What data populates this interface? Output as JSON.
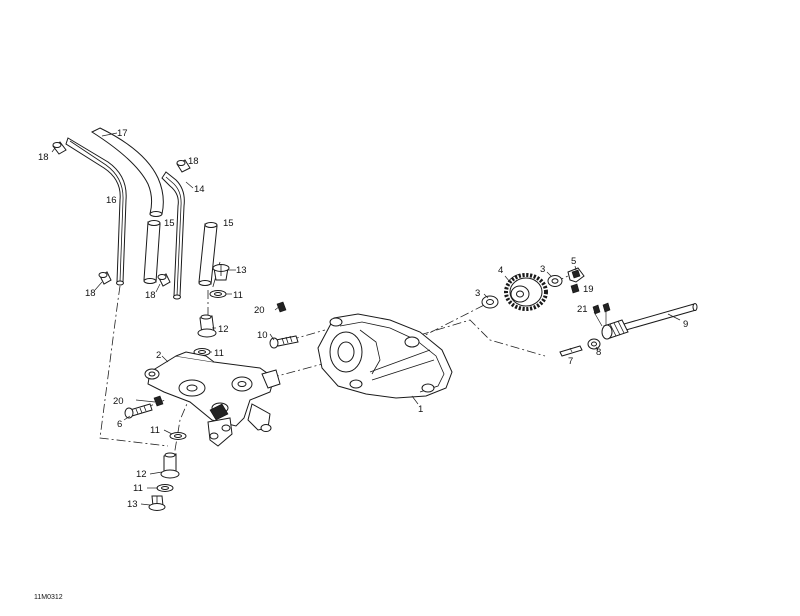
{
  "diagram": {
    "callouts": {
      "c1": "1",
      "c2": "2",
      "c3a": "3",
      "c3b": "3",
      "c4": "4",
      "c5": "5",
      "c6": "6",
      "c7": "7",
      "c8": "8",
      "c9": "9",
      "c10": "10",
      "c11a": "11",
      "c11b": "11",
      "c11c": "11",
      "c11d": "11",
      "c12a": "12",
      "c12b": "12",
      "c13a": "13",
      "c13b": "13",
      "c14": "14",
      "c15a": "15",
      "c15b": "15",
      "c16": "16",
      "c17": "17",
      "c18a": "18",
      "c18b": "18",
      "c18c": "18",
      "c18d": "18",
      "c19": "19",
      "c20a": "20",
      "c20b": "20",
      "c21": "21"
    },
    "drawing_code": "11M0312"
  }
}
